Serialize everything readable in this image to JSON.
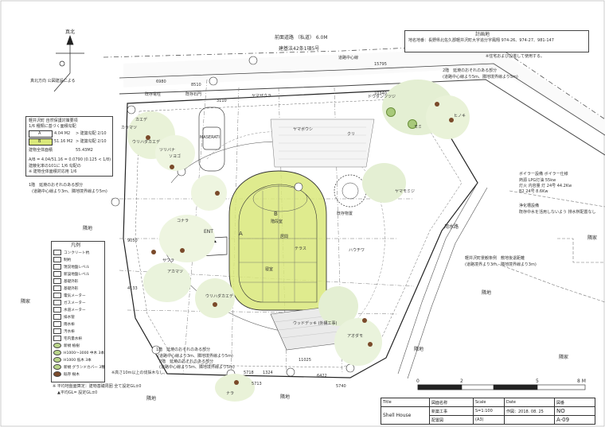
{
  "info_box": {
    "title": "計画地",
    "address": "地名地番：長野県北佐久郡軽井沢町大字追分字鳳翔 974-26、974-27、981-147",
    "note": "※住宅および設置して使用する。"
  },
  "road": {
    "front": "前面道路 （私道） 6.0M",
    "law": "建基法42条1項5号",
    "center": "道路中心線",
    "dim": "15795"
  },
  "north": {
    "label": "真北",
    "true_north_note": "真北方向 公図建設による"
  },
  "legend_area": {
    "title": "軽井沢町 自然保護対策要項",
    "subtitle": "1/6 種類に基づく面積勾配",
    "rows": [
      {
        "key": "A",
        "value": "4.04 M2",
        "cond": "> 建築勾配 2/10"
      },
      {
        "key": "B",
        "value": "51.16 M2",
        "cond": "> 建築勾配 2/10"
      },
      {
        "key": "建物全体面積",
        "value": "55.43M2",
        "cond": ""
      }
    ],
    "calc": "A/B = 4.04/51.16 = 0.0790 (0.125 < 1/8)",
    "foot1": "建蔽化率の101に 1/6 勾配の",
    "foot2": "※ 建物全体面積対応用 1/6"
  },
  "legend": {
    "title": "凡例",
    "items": [
      "コンクリート杭",
      "制約",
      "現況地盤レベル",
      "新設地盤レベル",
      "基礎外形",
      "基礎外形",
      "電気メーター",
      "ガスメーター",
      "水道メーター",
      "排水管",
      "雨水枡",
      "汚水枡",
      "宅内量水枡",
      "新規 植樹",
      "H1000〜3000 中木 3本",
      "H1000 低木 3本",
      "新規 グランドカバー 3種",
      "既存 樹木"
    ],
    "note1": "※ 平均地盤面算定：建物基礎周囲 全て設定GL±0",
    "note2": "▲平均GL= 設定GL±0"
  },
  "labels": {
    "existing_pole": "既存電柱",
    "existing_gate": "既存石門",
    "car_label": "MASERATI",
    "house_b": "B",
    "house_a": "A",
    "shed": "既存物置",
    "boiler": "ボイラー設備 ボイラー仕様",
    "boiler_spec1": "熱源 LPG灯油 55kw",
    "boiler_spec2": "灯火 内容量 灯 24号 44.2Kw",
    "boiler_spec3": "B2 24号 8.6Kw",
    "septic": "浄化槽設備",
    "septic_note": "既存中水を活用しないよう 排水桝配置なし",
    "channel": "用水路",
    "adjacent1": "隣地",
    "adjacent2": "隣地",
    "adjacent3": "隣地",
    "adjacent4": "隣地",
    "adjacent5": "隣地",
    "neighbor_house1": "隣家",
    "neighbor_house2": "隣家",
    "neighbor_house3": "隣家",
    "deck": "ウッドデッキ (外構工事)",
    "entry": "ENT",
    "fall_risk1": "1階　延焼のおそれのある部分",
    "fall_risk1b": "(道路中心線より3m、隣地境界線より5m)",
    "fall_risk2": "2階　延焼のおそれのある部分",
    "fall_risk2b": "(道路中心線より5m、隣地境界線より5m)",
    "fall_risk3": "1階　延焼のおそれのある部分",
    "fall_risk3b": "(道路中心線より3m、隣地境界線より5m)",
    "fall_risk4": "2階　延焼のおそれのある部分",
    "fall_risk4b": "(道路中心線より5m、隣地境界線より5m)",
    "fall_risk5": "軽井沢町景観条例　敷地後退距離",
    "fall_risk5b": "(道路境界より3m、隣地境界線より3m)",
    "note_10m": "※高さ10m以上の伐採木なし。",
    "boundary_dims": [
      "6980",
      "8510",
      "5713",
      "6422",
      "5740",
      "1324",
      "5718",
      "11025",
      "9050",
      "10340",
      "4133",
      "3110"
    ],
    "trees": [
      "カエデ",
      "カラマツ",
      "ウリハダカエデ",
      "ソヨゴ",
      "ツリバナ",
      "コナラ",
      "サワラ",
      "アカマツ",
      "ナラ",
      "ウリハダカエデ",
      "ヤマボウシ",
      "クリ",
      "ヒノキ",
      "モミ",
      "ヤマモミジ",
      "ドウダンツツジ",
      "アオダモ",
      "ヤマザクラ",
      "ハウチワ"
    ],
    "rooms": [
      "階段室",
      "寝室",
      "テラス",
      "居間"
    ]
  },
  "scale_bar": {
    "ticks": [
      "0",
      "2",
      "5",
      "8 M"
    ]
  },
  "title_block": {
    "title_label": "Title",
    "title": "Shell House",
    "name_label": "図面名称",
    "name": "新築工事",
    "drawing": "配置図",
    "scale_label": "Scale",
    "scale": "S=1:100",
    "size": "(A3)",
    "date_label": "Date",
    "date": "作図：2018. 08. 25",
    "no_label": "図番",
    "no": "NO",
    "sheet": "A-09"
  }
}
